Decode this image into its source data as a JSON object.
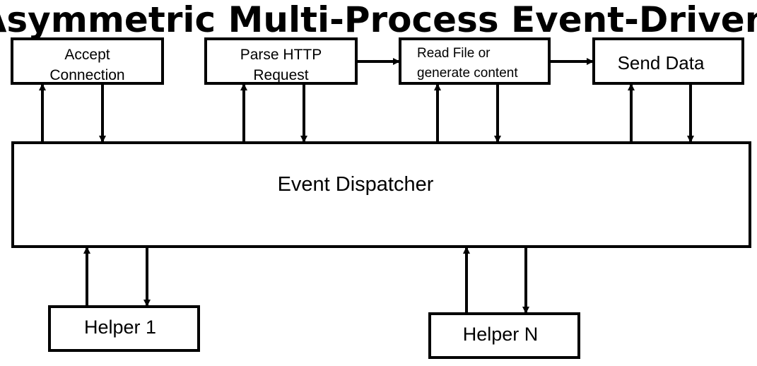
{
  "title": "Asymmetric Multi-Process Event-Driven",
  "colors": {
    "stroke": "#000000",
    "fill": "#ffffff",
    "text": "#000000"
  },
  "stages": [
    {
      "id": "accept",
      "lines": [
        "Accept",
        "Connection"
      ]
    },
    {
      "id": "parse",
      "lines": [
        "Parse HTTP",
        "Request"
      ]
    },
    {
      "id": "read",
      "lines": [
        "Read File or",
        "generate content"
      ]
    },
    {
      "id": "send",
      "lines": [
        "Send Data"
      ]
    }
  ],
  "dispatcher": {
    "label": "Event Dispatcher"
  },
  "helpers": [
    {
      "id": "helper-1",
      "label": "Helper 1"
    },
    {
      "id": "helper-n",
      "label": "Helper N"
    }
  ]
}
